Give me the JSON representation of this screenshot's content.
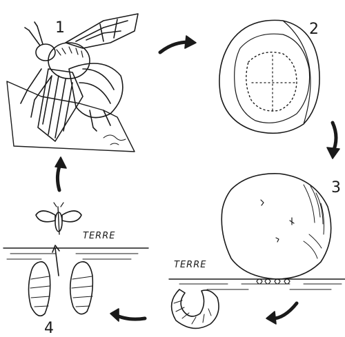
{
  "stages": [
    {
      "number": "1"
    },
    {
      "number": "2"
    },
    {
      "number": "3"
    },
    {
      "number": "4"
    }
  ],
  "ground_labels": {
    "left": "TERRE",
    "right": "TERRE"
  },
  "colors": {
    "ink": "#1a1a1a",
    "paper": "#ffffff"
  }
}
